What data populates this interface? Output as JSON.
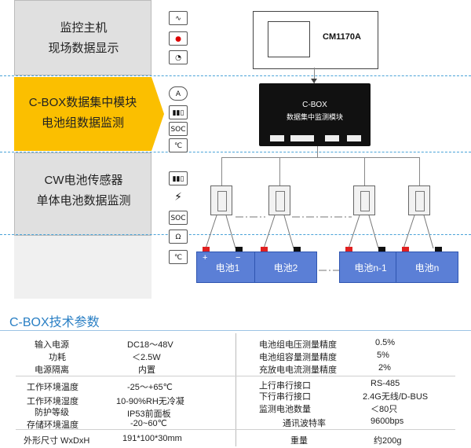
{
  "bands": {
    "monitor": {
      "line1": "监控主机",
      "line2": "现场数据显示"
    },
    "cbox": {
      "line1": "C-BOX数据集中模块",
      "line2": "电池组数据监测"
    },
    "cw": {
      "line1": "CW电池传感器",
      "line2": "单体电池数据监测"
    }
  },
  "icons": {
    "soc": "SOC",
    "temp": "℃",
    "ohm": "Ω",
    "amp": "A"
  },
  "device": {
    "cm_label": "CM1170A",
    "cbox_line1": "C-BOX",
    "cbox_line2": "数据集中监测模块"
  },
  "batteries": [
    "电池1",
    "电池2",
    "电池n-1",
    "电池n"
  ],
  "colors": {
    "cbox_band": "#fbbf00",
    "gray_band": "#d9d9d9",
    "battery": "#5b7fd6",
    "accent": "#2a7fc4",
    "dash": "#4aa3d8"
  },
  "specs": {
    "title": "C-BOX技术参数",
    "left": [
      {
        "k": "输入电源",
        "v": "DC18～48V"
      },
      {
        "k": "功耗",
        "v": "＜2.5W"
      },
      {
        "k": "电源隔离",
        "v": "内置"
      },
      {
        "k": "工作环境温度",
        "v": "-25～+65℃"
      },
      {
        "k": "工作环境湿度",
        "v": "10-90%RH无冷凝"
      },
      {
        "k": "防护等级",
        "v": "IP53前面板"
      },
      {
        "k": "存储环境温度",
        "v": "-20~60℃"
      },
      {
        "k": "外形尺寸 WxDxH",
        "v": "191*100*30mm"
      }
    ],
    "right": [
      {
        "k": "电池组电压测量精度",
        "v": "0.5%"
      },
      {
        "k": "电池组容量测量精度",
        "v": "5%"
      },
      {
        "k": "充放电电流测量精度",
        "v": "2%"
      },
      {
        "k": "上行串行接口",
        "v": "RS-485"
      },
      {
        "k": "下行串行接口",
        "v": "2.4G无线/D-BUS"
      },
      {
        "k": "监测电池数量",
        "v": "＜80只"
      },
      {
        "k": "通讯波特率",
        "v": "9600bps"
      },
      {
        "k": "重量",
        "v": "约200g"
      }
    ]
  }
}
